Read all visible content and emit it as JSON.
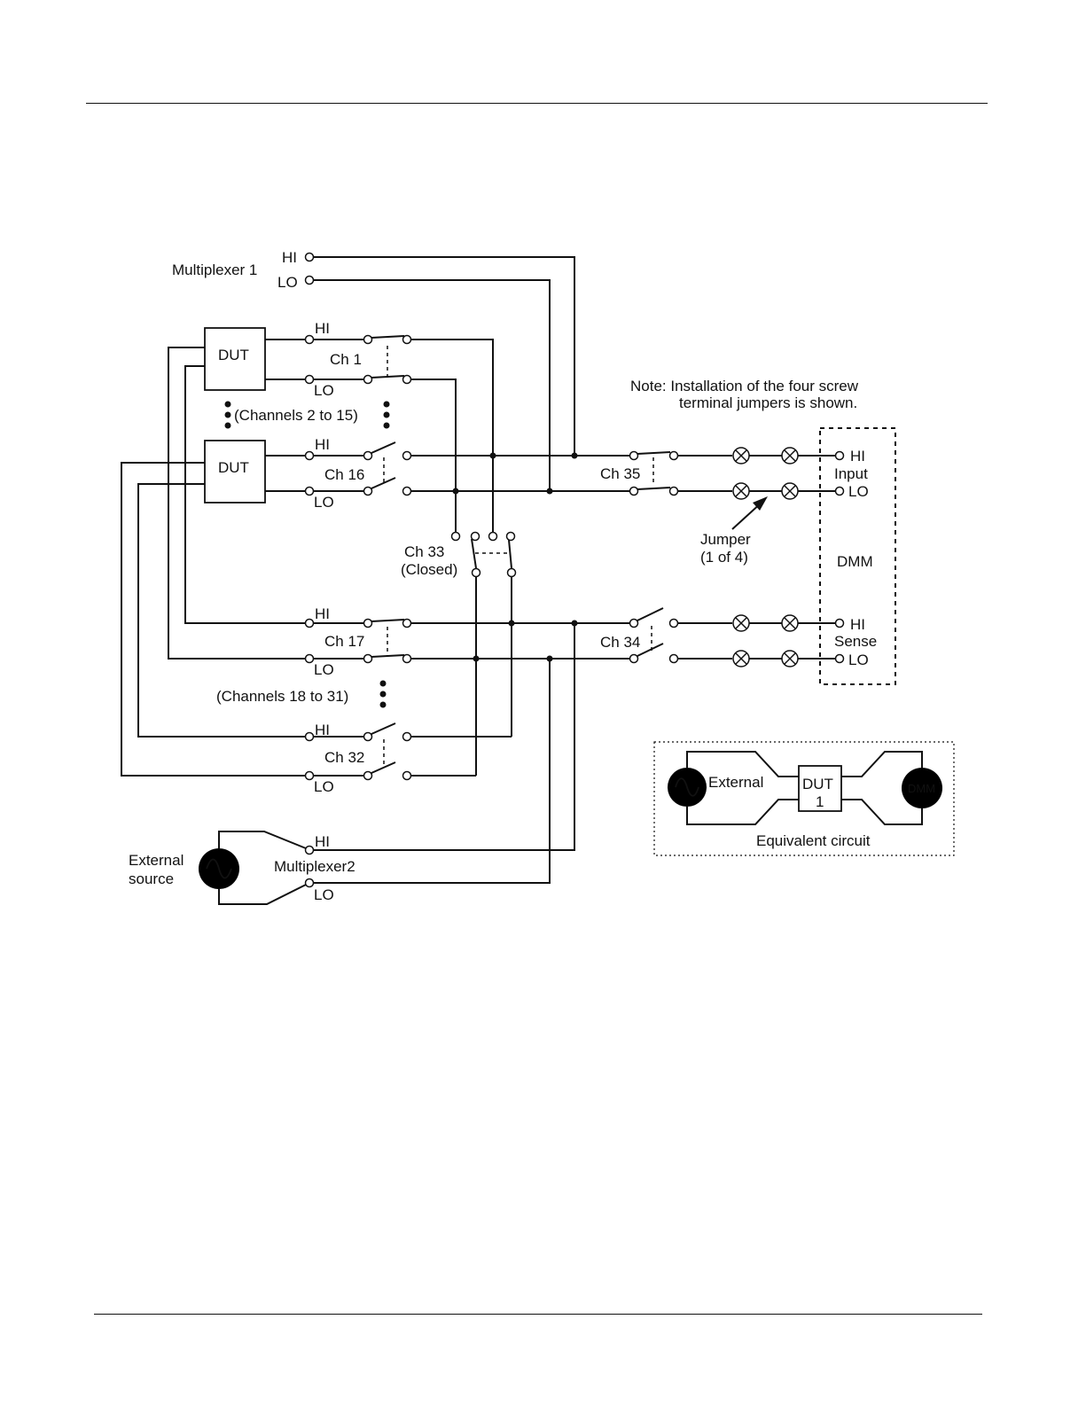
{
  "labels": {
    "mux1_title": "Multiplexer 1",
    "mux1_hi": "HI",
    "mux1_lo": "LO",
    "dut": "DUT",
    "hi": "HI",
    "lo": "LO",
    "ch1": "Ch 1",
    "ch16": "Ch 16",
    "ch17": "Ch 17",
    "ch32": "Ch 32",
    "ch33": "Ch 33",
    "ch33_state": "(Closed)",
    "ch34": "Ch 34",
    "ch35": "Ch 35",
    "channels_2_15": "(Channels 2 to 15)",
    "channels_18_31": "(Channels 18 to 31)",
    "note_line1": "Note:  Installation of the four screw",
    "note_line2": "terminal jumpers is shown.",
    "jumper_line1": "Jumper",
    "jumper_line2": "(1 of 4)",
    "dmm_input_hi": "HI",
    "dmm_input": "Input",
    "dmm_input_lo": "LO",
    "dmm": "DMM",
    "dmm_sense_hi": "HI",
    "dmm_sense": "Sense",
    "dmm_sense_lo": "LO",
    "ext_source_line1": "External",
    "ext_source_line2": "source",
    "mux2_title": "Multiplexer2",
    "mux2_hi": "HI",
    "mux2_lo": "LO",
    "eq_external": "External",
    "eq_dut": "DUT",
    "eq_dut_num": "1",
    "eq_dmm": "DMM",
    "eq_caption": "Equivalent circuit"
  }
}
